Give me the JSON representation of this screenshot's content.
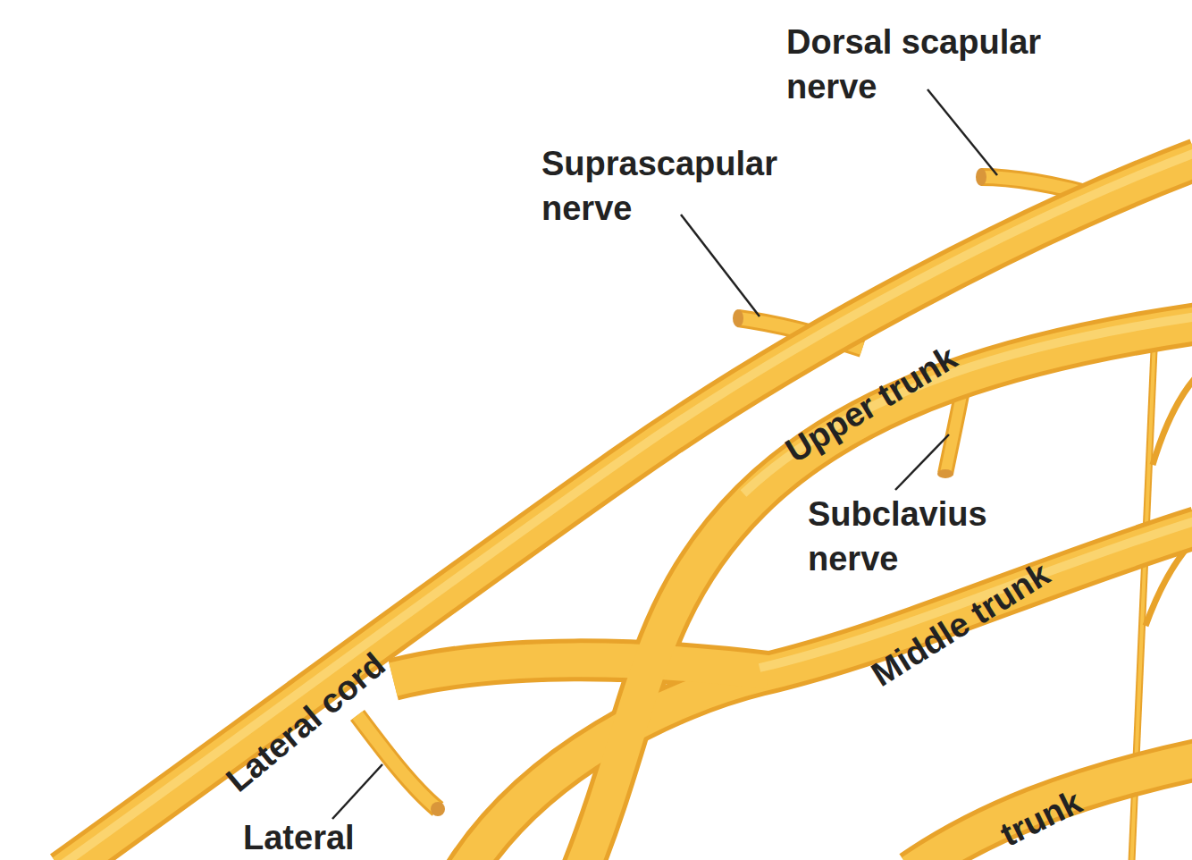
{
  "diagram": {
    "labels": [
      "Dorsal scapular nerve",
      "Suprascapular nerve",
      "Upper trunk",
      "Subclavius nerve",
      "Middle trunk",
      "Lateral cord",
      "Lateral",
      "trunk"
    ]
  }
}
